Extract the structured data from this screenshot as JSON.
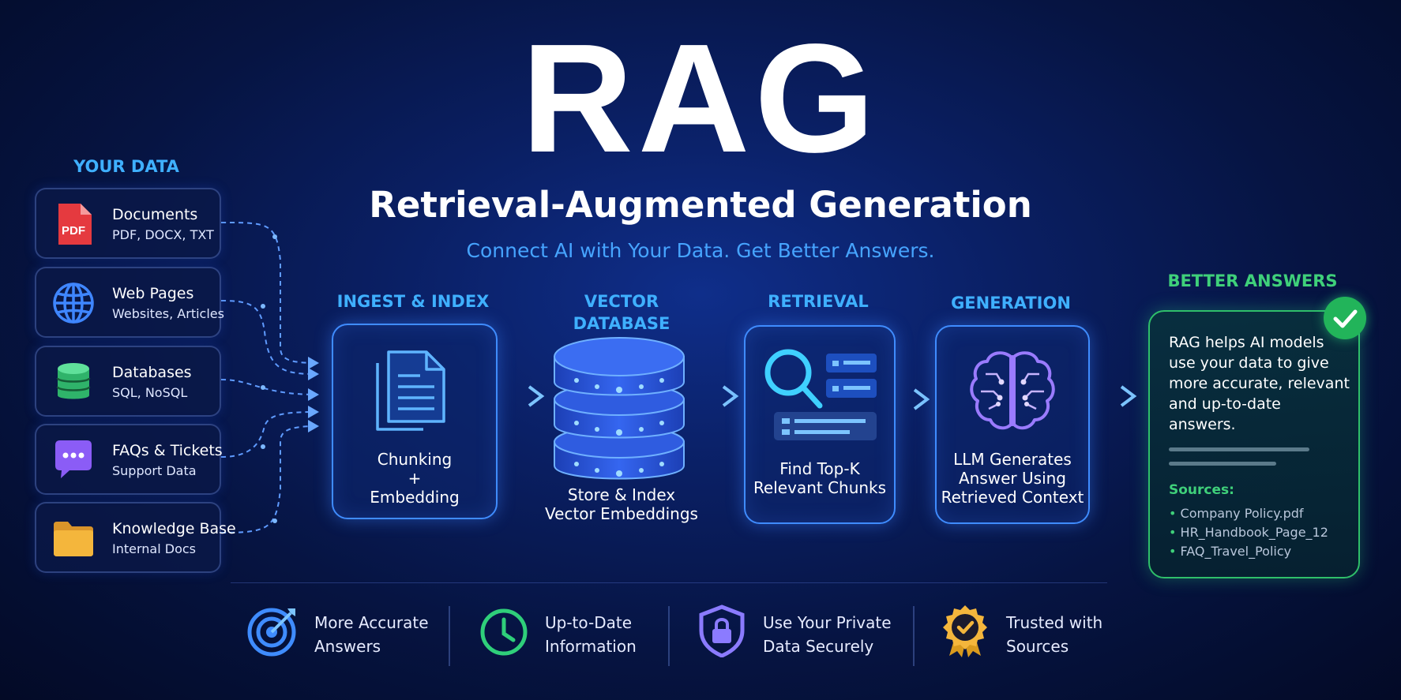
{
  "header": {
    "title": "RAG",
    "subtitle": "Retrieval-Augmented Generation",
    "tagline": "Connect AI with Your Data. Get Better Answers."
  },
  "sources": {
    "heading": "YOUR DATA",
    "items": [
      {
        "title": "Documents",
        "desc": "PDF, DOCX, TXT",
        "icon": "pdf-document-icon",
        "badge": "PDF"
      },
      {
        "title": "Web Pages",
        "desc": "Websites, Articles",
        "icon": "globe-icon"
      },
      {
        "title": "Databases",
        "desc": "SQL, NoSQL",
        "icon": "database-icon"
      },
      {
        "title": "FAQs & Tickets",
        "desc": "Support Data",
        "icon": "chat-bubble-icon"
      },
      {
        "title": "Knowledge Base",
        "desc": "Internal Docs",
        "icon": "folder-icon"
      }
    ]
  },
  "pipeline": {
    "stages": [
      {
        "heading": "INGEST & INDEX",
        "text": "Chunking\n+\nEmbedding",
        "icon": "documents-icon"
      },
      {
        "heading": "VECTOR DATABASE",
        "text": "Store & Index\nVector Embeddings",
        "icon": "database-stack-icon"
      },
      {
        "heading": "RETRIEVAL",
        "text": "Find Top-K\nRelevant Chunks",
        "icon": "magnifier-icon"
      },
      {
        "heading": "GENERATION",
        "text": "LLM Generates\nAnswer Using\nRetrieved Context",
        "icon": "brain-icon"
      }
    ]
  },
  "result": {
    "heading": "BETTER ANSWERS",
    "body": "RAG helps AI models use your data to give more accurate, relevant and up-to-date answers.",
    "sources_label": "Sources:",
    "sources": [
      "Company Policy.pdf",
      "HR_Handbook_Page_12",
      "FAQ_Travel_Policy"
    ],
    "icon": "checkmark-icon"
  },
  "features": [
    {
      "text": "More Accurate\nAnswers",
      "icon": "target-icon"
    },
    {
      "text": "Up-to-Date\nInformation",
      "icon": "clock-icon"
    },
    {
      "text": "Use Your Private\nData Securely",
      "icon": "shield-lock-icon"
    },
    {
      "text": "Trusted with\nSources",
      "icon": "badge-check-icon"
    }
  ],
  "colors": {
    "background": "#061442",
    "accent_blue": "#3fb0ff",
    "accent_green": "#2fbf6a",
    "stage_border": "#3f8cff",
    "pdf_red": "#e53a3f",
    "db_green": "#2fb36a",
    "chat_purple": "#8b5cf6",
    "folder_yellow": "#f4b63c"
  }
}
